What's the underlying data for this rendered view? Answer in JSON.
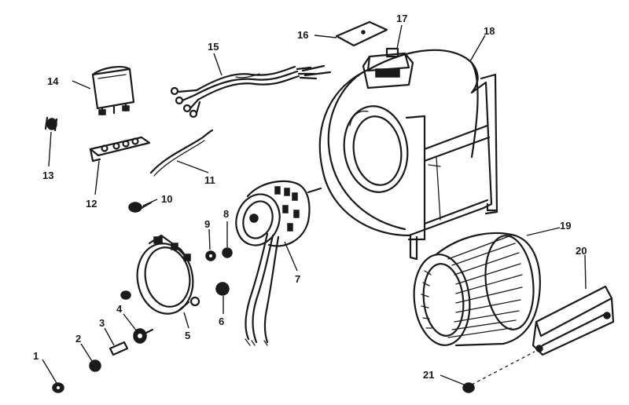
{
  "diagram": {
    "parts": [
      {
        "number": "1",
        "icon": "screw-icon"
      },
      {
        "number": "2",
        "icon": "washer-icon"
      },
      {
        "number": "3",
        "icon": "sleeve-icon"
      },
      {
        "number": "4",
        "icon": "nut-icon"
      },
      {
        "number": "5",
        "icon": "motor-mount-ring-icon"
      },
      {
        "number": "6",
        "icon": "grommet-icon"
      },
      {
        "number": "7",
        "icon": "blower-motor-icon"
      },
      {
        "number": "8",
        "icon": "nut-icon"
      },
      {
        "number": "9",
        "icon": "washer-icon"
      },
      {
        "number": "10",
        "icon": "bolt-icon"
      },
      {
        "number": "11",
        "icon": "wire-icon"
      },
      {
        "number": "12",
        "icon": "terminal-board-icon"
      },
      {
        "number": "13",
        "icon": "wire-nut-icon"
      },
      {
        "number": "14",
        "icon": "capacitor-icon"
      },
      {
        "number": "15",
        "icon": "wiring-harness-icon"
      },
      {
        "number": "16",
        "icon": "cover-plate-icon"
      },
      {
        "number": "17",
        "icon": "junction-box-icon"
      },
      {
        "number": "18",
        "icon": "blower-housing-icon"
      },
      {
        "number": "19",
        "icon": "blower-wheel-icon"
      },
      {
        "number": "20",
        "icon": "cutoff-plate-icon"
      },
      {
        "number": "21",
        "icon": "screw-icon"
      }
    ]
  }
}
